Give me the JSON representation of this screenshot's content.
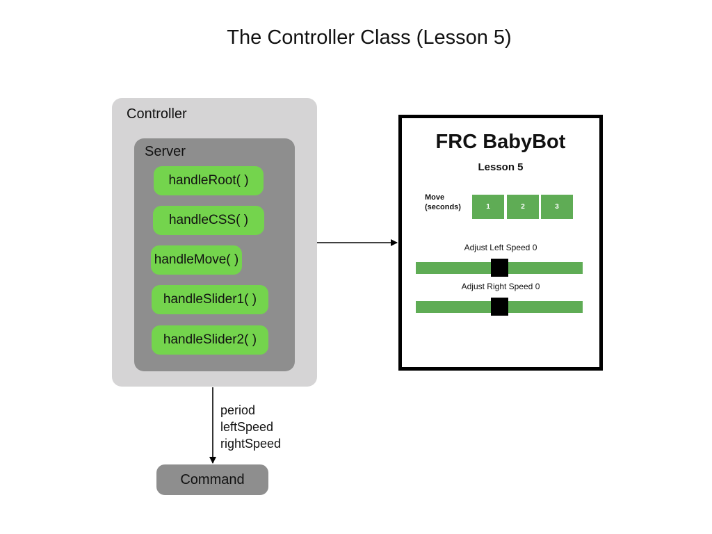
{
  "title": "The Controller Class (Lesson 5)",
  "controller": {
    "label": "Controller",
    "server": {
      "label": "Server",
      "handlers": [
        "handleRoot( )",
        "handleCSS( )",
        "handleMove( )",
        "handleSlider1( )",
        "handleSlider2( )"
      ]
    }
  },
  "params": [
    "period",
    "leftSpeed",
    "rightSpeed"
  ],
  "command": {
    "label": "Command"
  },
  "webpage": {
    "title": "FRC BabyBot",
    "subtitle": "Lesson 5",
    "move_label_line1": "Move",
    "move_label_line2": "(seconds)",
    "move_buttons": [
      "1",
      "2",
      "3"
    ],
    "left_slider": {
      "label": "Adjust Left Speed 0",
      "value": 0
    },
    "right_slider": {
      "label": "Adjust Right Speed 0",
      "value": 0
    }
  },
  "colors": {
    "handler_green": "#74d44d",
    "web_green": "#5fac55",
    "controller_bg": "#d5d4d5",
    "server_bg": "#8e8e8e"
  }
}
